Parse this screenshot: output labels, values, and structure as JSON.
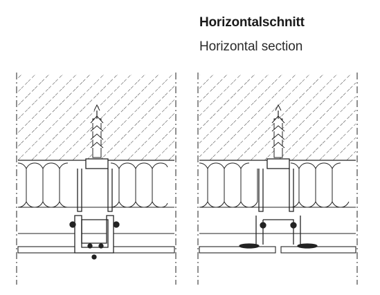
{
  "heading": {
    "title": "Horizontalschnitt",
    "subtitle": "Horizontal section"
  },
  "drawing": {
    "line_color": "#222222",
    "left_panel": "Wall section with anchor, insulation, vertical profile and cladding (clip variant)",
    "right_panel": "Wall section with anchor, insulation, vertical profile and cladding (riveted variant)"
  }
}
